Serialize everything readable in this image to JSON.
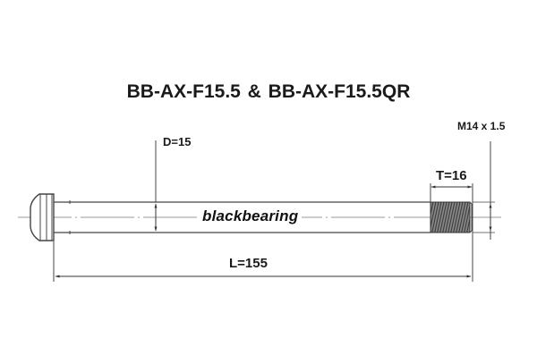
{
  "title": "BB-AX-F15.5  &  BB-AX-F15.5QR",
  "brand": "blackbearing",
  "dimensions": {
    "diameter": "D=15",
    "thread_length": "T=16",
    "thread_spec": "M14 x 1.5",
    "length": "L=155"
  },
  "colors": {
    "line": "#555555",
    "text": "#1a1a1a",
    "thread": "#666666",
    "background": "#ffffff"
  }
}
